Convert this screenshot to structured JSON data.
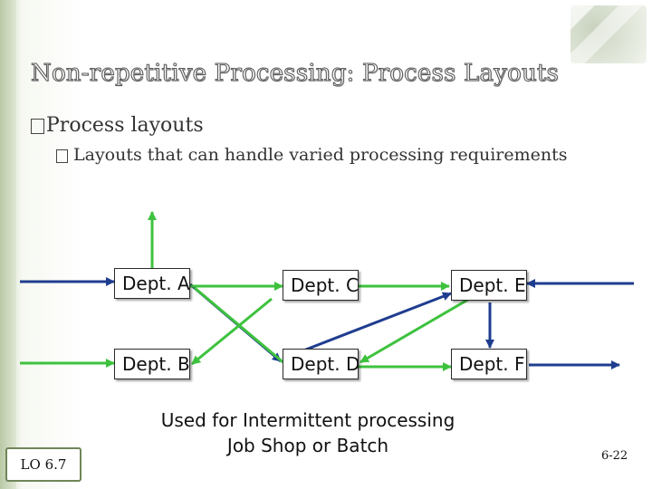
{
  "slide": {
    "title": "Non-repetitive Processing: Process Layouts",
    "bullet_1": "Process layouts",
    "bullet_2": "Layouts that can handle varied processing requirements",
    "caption_line_1": "Used for Intermittent processing",
    "caption_line_2": "Job Shop or Batch",
    "lo_label": "LO 6.7",
    "page_number": "6-22"
  },
  "diagram": {
    "departments": [
      "Dept. A",
      "Dept. C",
      "Dept. E",
      "Dept. B",
      "Dept. D",
      "Dept. F"
    ],
    "green_color": "#3ec23e",
    "blue_color": "#1f3d8f"
  }
}
